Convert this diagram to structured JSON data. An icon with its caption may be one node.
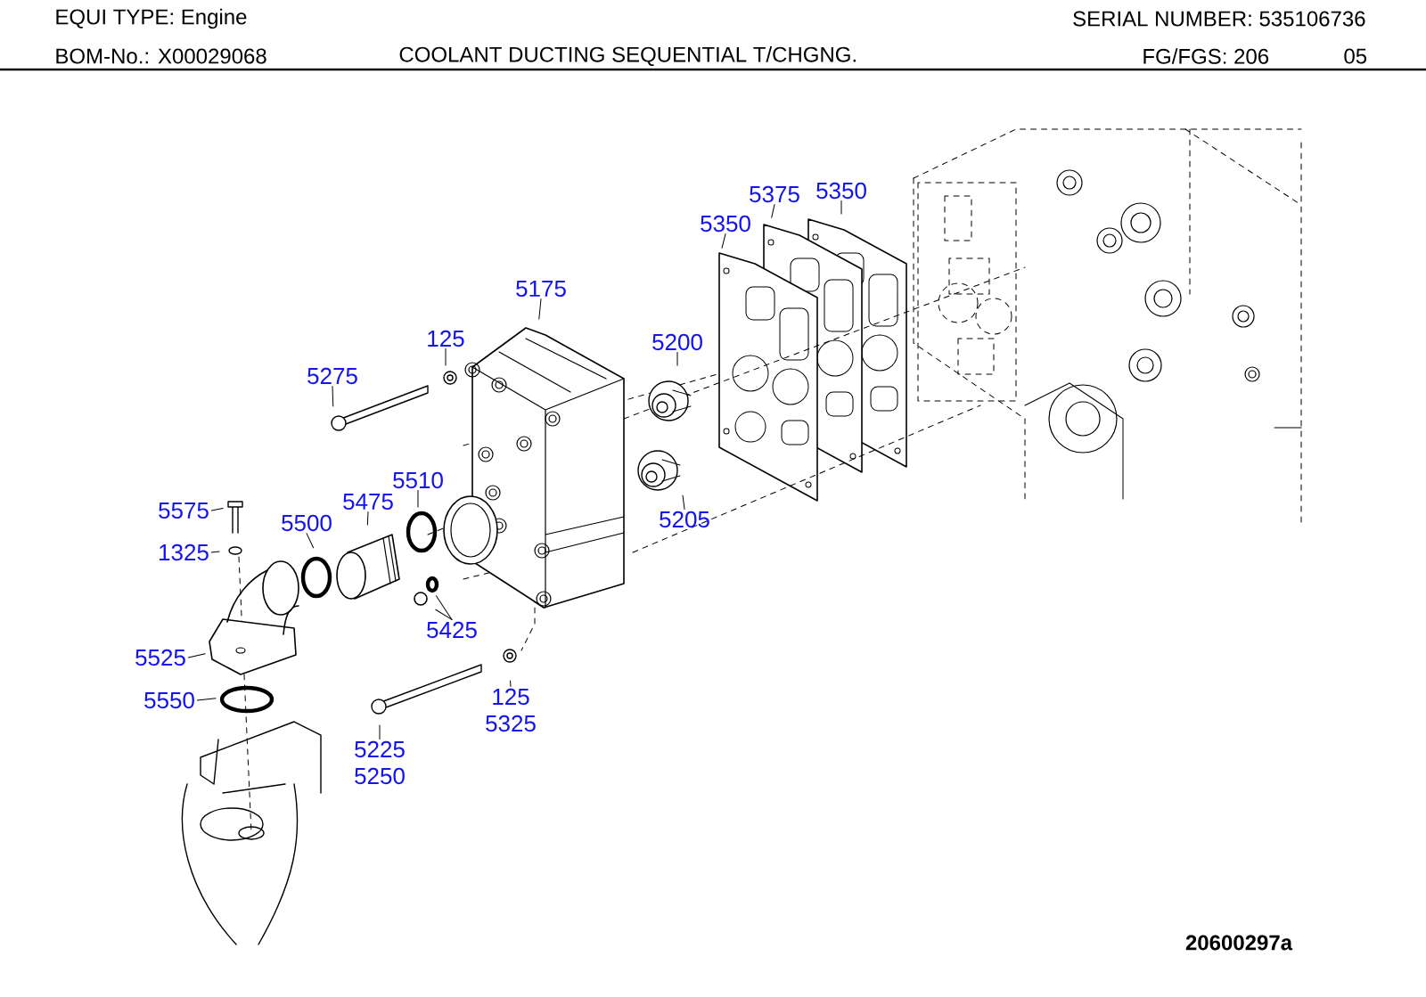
{
  "diagram": {
    "nodes": [
      {
        "text": [
          "5375"
        ]
      },
      {
        "text": [
          "5350"
        ]
      },
      {
        "text": [
          "5350"
        ]
      },
      {
        "text": [
          "5175"
        ]
      },
      {
        "text": [
          "125"
        ]
      },
      {
        "text": [
          "5200"
        ]
      },
      {
        "text": [
          "5275"
        ]
      },
      {
        "text": [
          "5510"
        ]
      },
      {
        "text": [
          "5475"
        ]
      },
      {
        "text": [
          "5575"
        ]
      },
      {
        "text": [
          "5500"
        ]
      },
      {
        "text": [
          "5205"
        ]
      },
      {
        "text": [
          "1325"
        ]
      },
      {
        "text": [
          "5425"
        ]
      },
      {
        "text": [
          "5525"
        ]
      },
      {
        "text": [
          "125",
          "5325"
        ]
      },
      {
        "text": [
          "5550"
        ]
      },
      {
        "text": [
          "5225",
          "5250"
        ]
      }
    ],
    "edges": [
      {
        "from": 0,
        "to": null,
        "arrow": "none"
      },
      {
        "from": 1,
        "to": null,
        "arrow": "none"
      },
      {
        "from": 2,
        "to": null,
        "arrow": "none"
      },
      {
        "from": 3,
        "to": null,
        "arrow": "none"
      },
      {
        "from": 4,
        "to": null,
        "arrow": "none"
      },
      {
        "from": 5,
        "to": null,
        "arrow": "none"
      },
      {
        "from": 6,
        "to": null,
        "arrow": "none"
      },
      {
        "from": 7,
        "to": null,
        "arrow": "none"
      },
      {
        "from": 8,
        "to": null,
        "arrow": "none"
      },
      {
        "from": 9,
        "to": null,
        "arrow": "none"
      },
      {
        "from": 10,
        "to": null,
        "arrow": "none"
      },
      {
        "from": 11,
        "to": null,
        "arrow": "none"
      },
      {
        "from": 12,
        "to": null,
        "arrow": "none"
      },
      {
        "from": 13,
        "to": null,
        "arrow": "none"
      },
      {
        "from": 13,
        "to": null,
        "arrow": "none"
      },
      {
        "from": 14,
        "to": null,
        "arrow": "none"
      },
      {
        "from": 15,
        "to": null,
        "arrow": "none"
      },
      {
        "from": 16,
        "to": null,
        "arrow": "none"
      },
      {
        "from": 17,
        "to": null,
        "arrow": "none"
      }
    ],
    "labels": [
      "EQUI TYPE: Engine",
      "SERIAL NUMBER: 535106736",
      "BOM-No.: X00029068",
      "COOLANT DUCTING SEQUENTIAL T/CHGNG.",
      "FG/FGS: 206",
      "05",
      "20600297a"
    ]
  }
}
